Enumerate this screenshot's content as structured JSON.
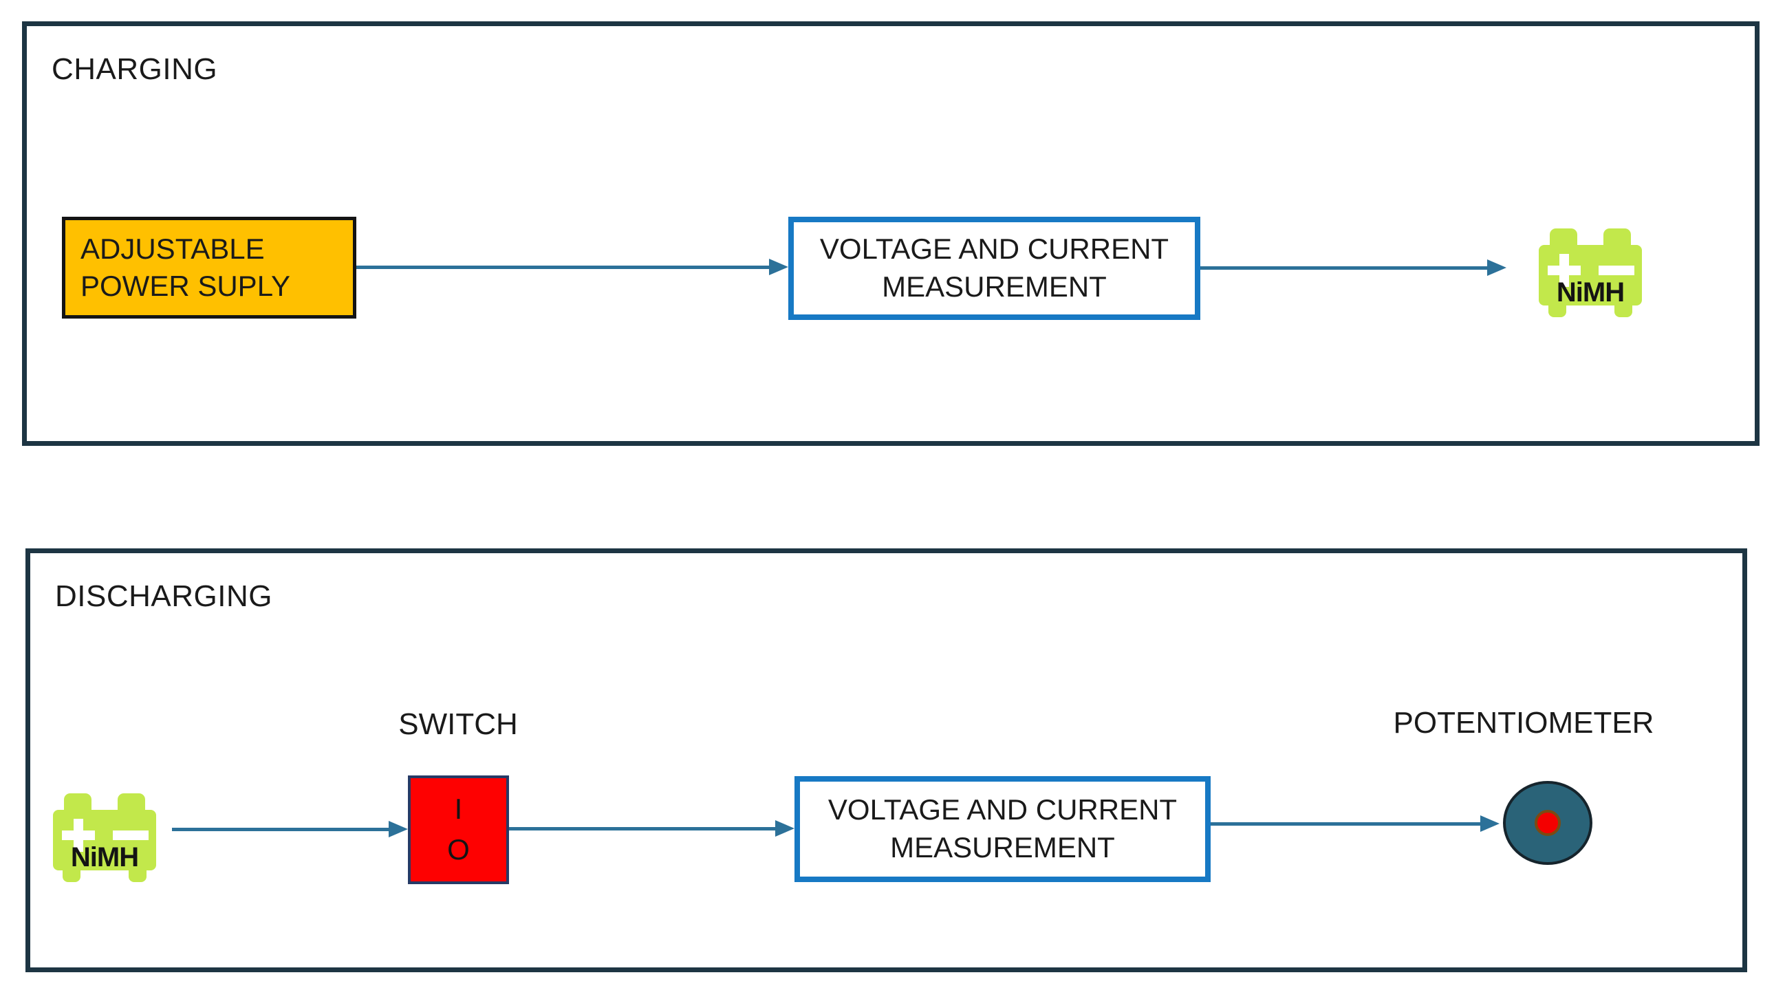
{
  "diagram": {
    "charging": {
      "title": "CHARGING",
      "power_supply": {
        "line1": "ADJUSTABLE",
        "line2": "POWER SUPLY"
      },
      "measurement": {
        "line1": "VOLTAGE AND CURRENT",
        "line2": "MEASUREMENT"
      },
      "battery_label": "NiMH"
    },
    "discharging": {
      "title": "DISCHARGING",
      "battery_label": "NiMH",
      "switch_title": "SWITCH",
      "switch_on": "I",
      "switch_off": "O",
      "measurement": {
        "line1": "VOLTAGE AND CURRENT",
        "line2": "MEASUREMENT"
      },
      "potentiometer_title": "POTENTIOMETER"
    },
    "colors": {
      "panel_border": "#1d3543",
      "power_supply_fill": "#FFC000",
      "measurement_border": "#1779c4",
      "arrow": "#2c7199",
      "battery_fill": "#c2e84b",
      "switch_fill": "#fe0101",
      "switch_border": "#263a66",
      "potentiometer_fill": "#2a6378",
      "potentiometer_dot": "#f40000"
    }
  }
}
